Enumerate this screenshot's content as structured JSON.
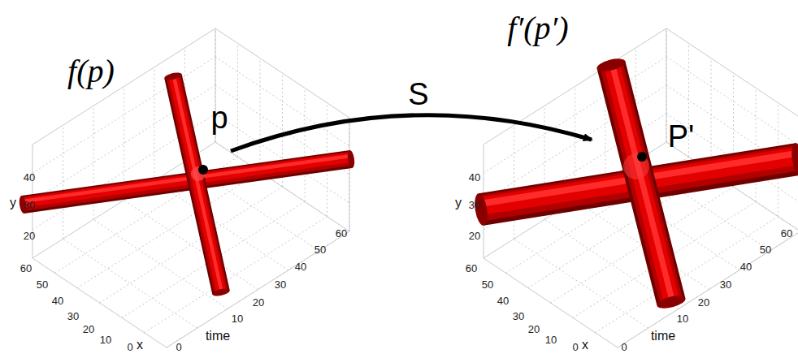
{
  "diagram": {
    "labels": [
      "f(p)",
      "p",
      "S",
      "f′(p′)",
      "P'",
      "y",
      "40",
      "30",
      "20",
      "60",
      "50",
      "40",
      "30",
      "20",
      "10",
      "0",
      "x",
      "0",
      "10",
      "20",
      "30",
      "40",
      "50",
      "60",
      "time",
      "y",
      "40",
      "30",
      "20",
      "60",
      "50",
      "40",
      "30",
      "20",
      "10",
      "0",
      "x",
      "0",
      "10",
      "20",
      "30",
      "40",
      "50",
      "60",
      "time"
    ]
  }
}
